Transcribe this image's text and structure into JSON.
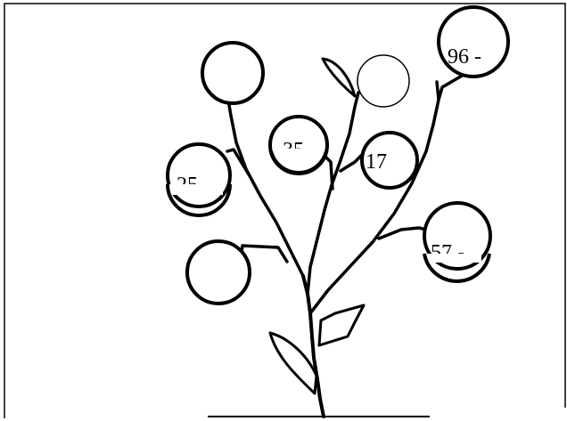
{
  "diagram": {
    "labels": {
      "fruit_top_right": "96 -",
      "fruit_mid_center": "35",
      "fruit_mid_right": "17",
      "fruit_left_mid": "25",
      "fruit_right_low": "57 -",
      "fruit_top_left": "",
      "fruit_top_small": "",
      "fruit_left_low": ""
    }
  }
}
